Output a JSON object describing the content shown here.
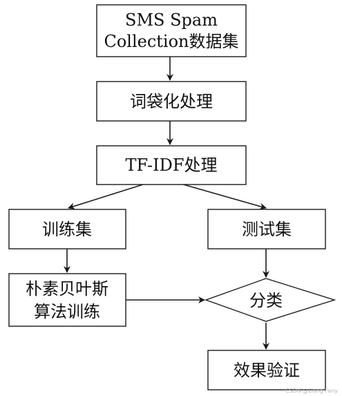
{
  "diagram": {
    "nodes": {
      "dataset": [
        "SMS Spam",
        "Collection数据集"
      ],
      "bow": [
        "词袋化处理"
      ],
      "tfidf": [
        "TF-IDF处理"
      ],
      "train": [
        "训练集"
      ],
      "test": [
        "测试集"
      ],
      "nb": [
        "朴素贝叶斯",
        "算法训练"
      ],
      "classify": [
        "分类"
      ],
      "validate": [
        "效果验证"
      ]
    }
  },
  "watermark": "CSDN @Liang Fany"
}
